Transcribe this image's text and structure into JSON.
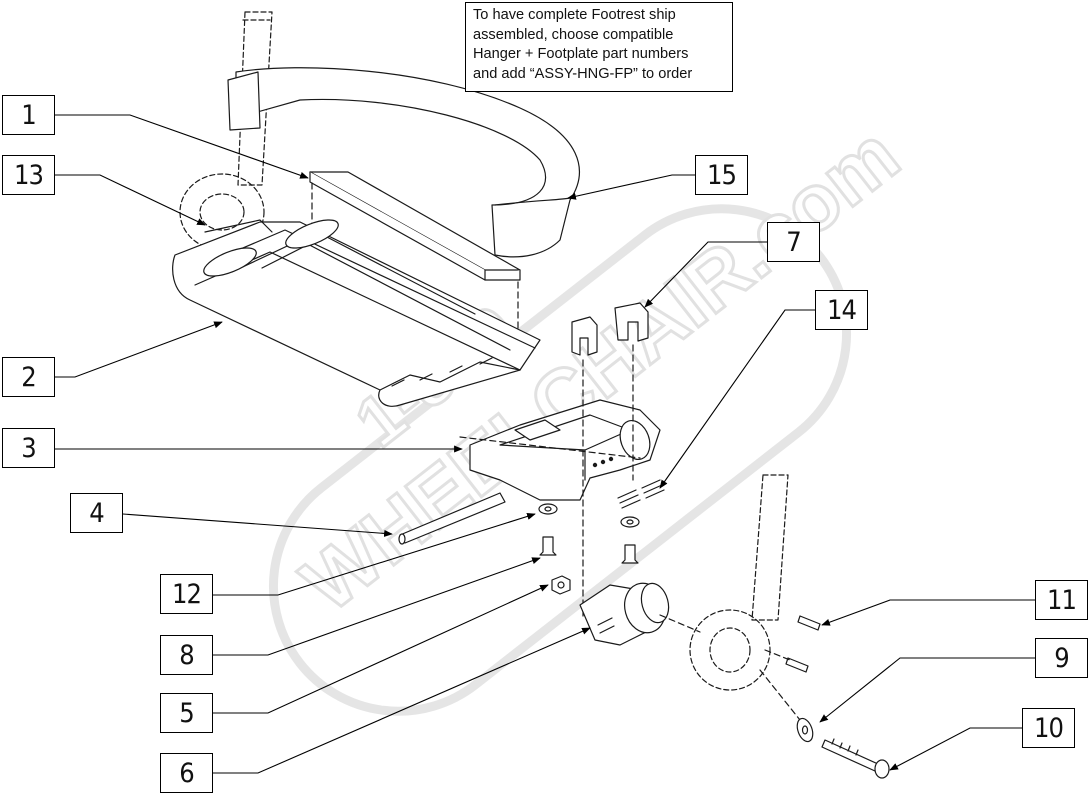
{
  "note": {
    "lines": [
      "To have complete Footrest ship",
      "assembled, choose compatible",
      "Hanger + Footplate part numbers",
      "and add “ASSY-HNG-FP” to order"
    ]
  },
  "callouts": [
    {
      "id": "c1",
      "label": "1"
    },
    {
      "id": "c13",
      "label": "13"
    },
    {
      "id": "c2",
      "label": "2"
    },
    {
      "id": "c3",
      "label": "3"
    },
    {
      "id": "c4",
      "label": "4"
    },
    {
      "id": "c12",
      "label": "12"
    },
    {
      "id": "c8",
      "label": "8"
    },
    {
      "id": "c5",
      "label": "5"
    },
    {
      "id": "c6",
      "label": "6"
    },
    {
      "id": "c15",
      "label": "15"
    },
    {
      "id": "c7",
      "label": "7"
    },
    {
      "id": "c14",
      "label": "14"
    },
    {
      "id": "c11",
      "label": "11"
    },
    {
      "id": "c9",
      "label": "9"
    },
    {
      "id": "c10",
      "label": "10"
    }
  ],
  "watermark": {
    "line1": "1-800",
    "line2": "WHEELCHAIR.com",
    "color": "#e4e4e4"
  },
  "colors": {
    "stroke": "#1a1a1a",
    "fill": "#ffffff"
  }
}
